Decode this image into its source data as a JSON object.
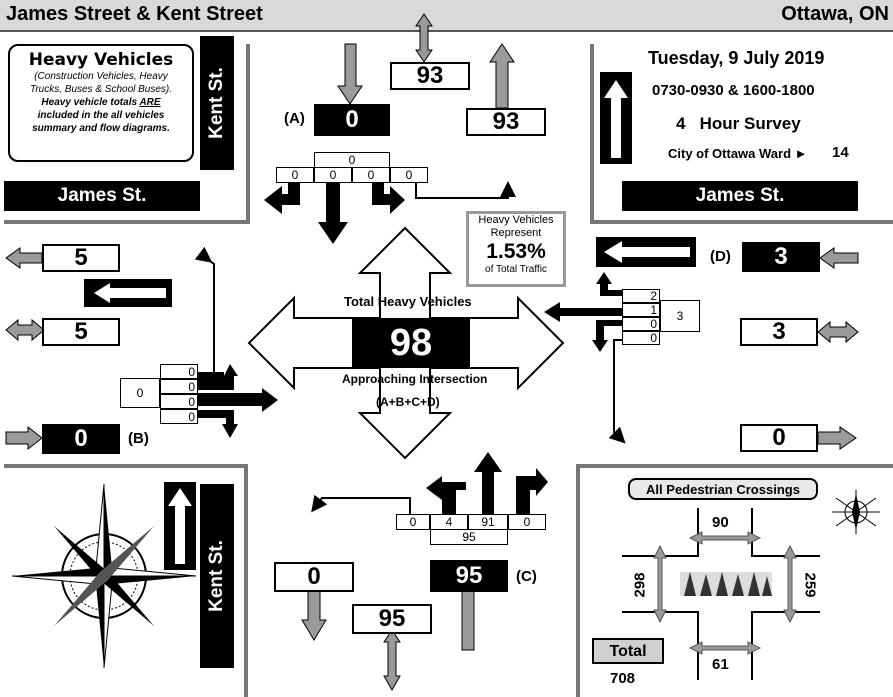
{
  "header": {
    "title": "James Street & Kent Street",
    "city": "Ottawa, ON"
  },
  "heavy_note": {
    "title": "Heavy Vehicles",
    "line1": "(Construction Vehicles, Heavy",
    "line2": "Trucks, Buses & School Buses).",
    "line3": "Heavy vehicle totals",
    "line3_em": "ARE",
    "line4": "included in the all vehicles",
    "line5": "summary and flow diagrams."
  },
  "streets": {
    "ns": "Kent St.",
    "ew": "James St."
  },
  "survey": {
    "date": "Tuesday, 9 July 2019",
    "times": "0730-0930 & 1600-1800",
    "duration": "4   Hour Survey",
    "ward_label": "City of Ottawa Ward ►",
    "ward": "14"
  },
  "north": {
    "approach_label": "(A)",
    "approach": "0",
    "two_way": "93",
    "departing": "93",
    "total": "0",
    "left": "0",
    "thru": "0",
    "right": "0",
    "uturn": "0"
  },
  "west": {
    "approach_label": "(B)",
    "approach": "0",
    "departing": "5",
    "two_way": "5",
    "total": "0",
    "uturn": "0",
    "left": "0",
    "thru": "0",
    "right": "0"
  },
  "south": {
    "approach_label": "(C)",
    "approach": "95",
    "two_way": "95",
    "departing": "0",
    "total": "95",
    "uturn": "0",
    "left": "4",
    "thru": "91",
    "right": "0"
  },
  "east": {
    "approach_label": "(D)",
    "approach": "3",
    "two_way": "3",
    "departing": "0",
    "total": "3",
    "r1": "2",
    "r2": "1",
    "r3": "0",
    "r4": "0"
  },
  "center": {
    "title": "Total Heavy Vehicles",
    "total": "98",
    "subtitle": "Approaching Intersection",
    "formula": "(A+B+C+D)"
  },
  "represent": {
    "line1": "Heavy Vehicles",
    "line2": "Represent",
    "pct": "1.53%",
    "line3": "of Total Traffic"
  },
  "peds": {
    "title": "All Pedestrian Crossings",
    "north": "90",
    "south": "61",
    "west": "298",
    "east": "259",
    "total_label": "Total",
    "total": "708"
  },
  "colors": {
    "header_bg": "#d9d9d9",
    "arrow_gray": "#9a9a9a",
    "dark": "#000000",
    "ped_title_bg": "#e8e8e8"
  }
}
